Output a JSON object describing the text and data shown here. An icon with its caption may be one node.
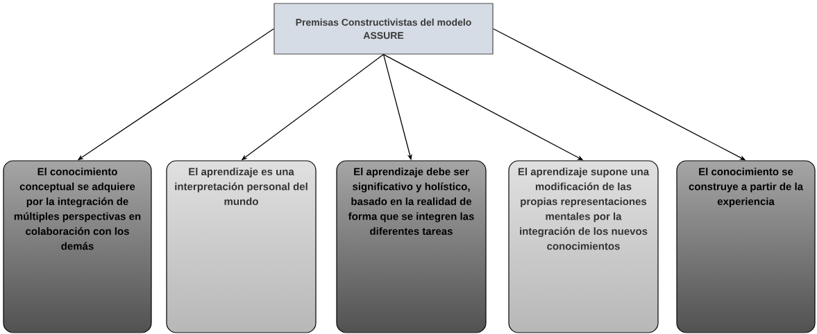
{
  "diagram": {
    "nodes": [
      {
        "text": [
          "Premisas Constructivistas del modelo ASSURE"
        ]
      },
      {
        "text": [
          "El conocimiento conceptual se adquiere por la integración de múltiples perspectivas en colaboración con los demás"
        ]
      },
      {
        "text": [
          "El aprendizaje es una interpretación personal del mundo"
        ]
      },
      {
        "text": [
          "El aprendizaje debe ser significativo y holístico, basado en la realidad de forma que se integren las diferentes tareas"
        ]
      },
      {
        "text": [
          "El aprendizaje supone una modificación de las propias representaciones mentales por la integración de los nuevos conocimientos"
        ]
      },
      {
        "text": [
          "El conocimiento se construye a partir de la experiencia"
        ]
      }
    ],
    "edges": [
      {
        "from": 0,
        "to": 1,
        "arrow": "to"
      },
      {
        "from": 0,
        "to": 2,
        "arrow": "to"
      },
      {
        "from": 0,
        "to": 3,
        "arrow": "to"
      },
      {
        "from": 0,
        "to": 4,
        "arrow": "to"
      },
      {
        "from": 0,
        "to": 5,
        "arrow": "to"
      }
    ]
  }
}
